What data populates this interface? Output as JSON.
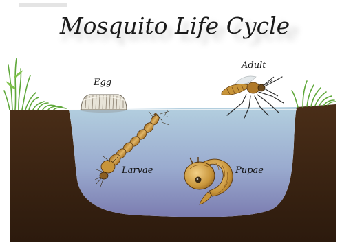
{
  "title": "Mosquito Life Cycle",
  "stages": {
    "egg": "Egg",
    "adult": "Adult",
    "larvae": "Larvae",
    "pupae": "Pupae"
  },
  "colors": {
    "soil": "#3e2614",
    "water_top": "#a9c6d8",
    "water_bottom": "#7e7fb2",
    "grass": "#5fa83a",
    "insect_body": "#c8953a"
  }
}
